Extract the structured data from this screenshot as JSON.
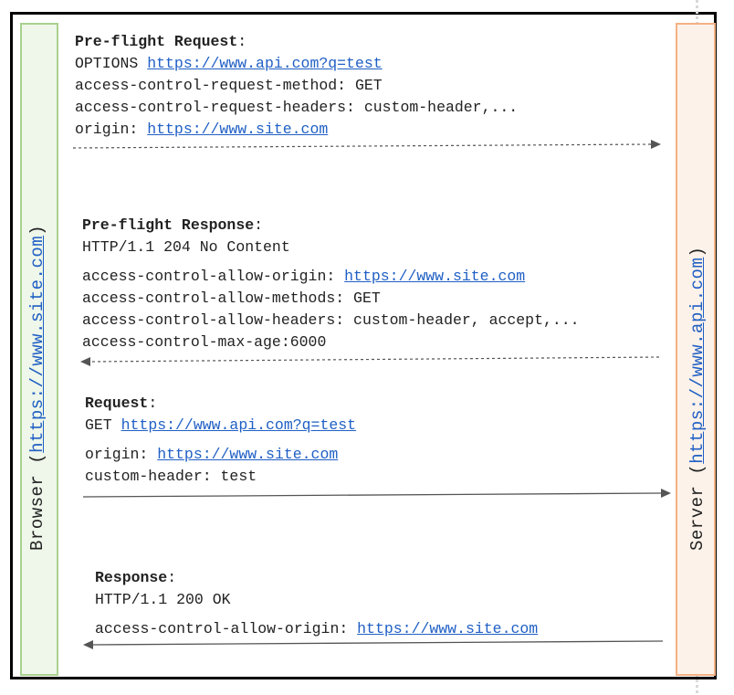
{
  "browser": {
    "prefix": "Browser (",
    "link": "https://www.site.com",
    "suffix": ")"
  },
  "server": {
    "prefix": "Server (",
    "link": "https://www.api.com",
    "suffix": ")"
  },
  "preflight_request": {
    "title": "Pre-flight Request",
    "title_colon": ":",
    "method": "OPTIONS ",
    "url": "https://www.api.com?q=test",
    "line2": "access-control-request-method: GET",
    "line3": "access-control-request-headers: custom-header,...",
    "origin_key": "origin: ",
    "origin_url": "https://www.site.com"
  },
  "preflight_response": {
    "title": "Pre-flight Response",
    "title_colon": ":",
    "status": "HTTP/1.1 204 No Content",
    "allow_origin_key": "access-control-allow-origin: ",
    "allow_origin_url": "https://www.site.com",
    "allow_methods": "access-control-allow-methods: GET",
    "allow_headers": "access-control-allow-headers: custom-header, accept,...",
    "max_age": "access-control-max-age:6000"
  },
  "request": {
    "title": "Request",
    "title_colon": ":",
    "method": "GET ",
    "url": "https://www.api.com?q=test",
    "origin_key": "origin: ",
    "origin_url": "https://www.site.com",
    "custom_header": "custom-header: test"
  },
  "response": {
    "title": "Response",
    "title_colon": ":",
    "status": "HTTP/1.1 200 OK",
    "allow_origin_key": "access-control-allow-origin: ",
    "allow_origin_url": "https://www.site.com"
  },
  "colors": {
    "browser_fill": "#eef7ea",
    "browser_border": "#a9d18e",
    "server_fill": "#fdf2ea",
    "server_border": "#f4b183",
    "link": "#1f5fc4",
    "arrow": "#555555"
  }
}
